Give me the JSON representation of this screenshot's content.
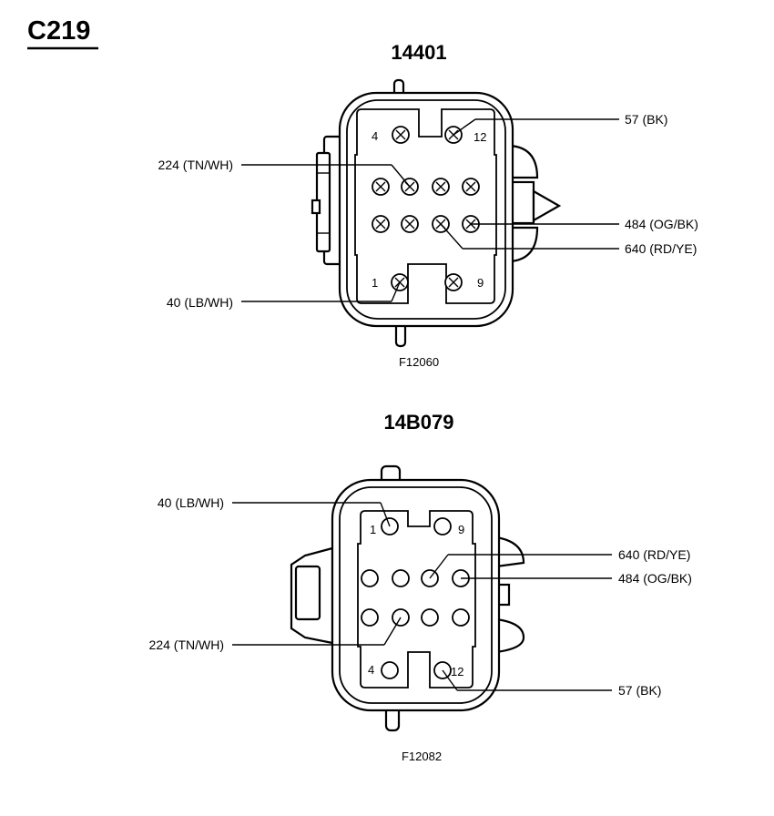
{
  "title": "C219",
  "connectors": [
    {
      "id": "14401",
      "figure": "F12060",
      "pin_numbers": [
        "4",
        "12",
        "1",
        "9"
      ],
      "wires": [
        {
          "circuit": "57",
          "color": "(BK)"
        },
        {
          "circuit": "224",
          "color": "(TN/WH)"
        },
        {
          "circuit": "484",
          "color": "(OG/BK)"
        },
        {
          "circuit": "640",
          "color": "(RD/YE)"
        },
        {
          "circuit": "40",
          "color": "(LB/WH)"
        }
      ]
    },
    {
      "id": "14B079",
      "figure": "F12082",
      "pin_numbers": [
        "1",
        "9",
        "4",
        "12"
      ],
      "wires": [
        {
          "circuit": "40",
          "color": "(LB/WH)"
        },
        {
          "circuit": "640",
          "color": "(RD/YE)"
        },
        {
          "circuit": "484",
          "color": "(OG/BK)"
        },
        {
          "circuit": "224",
          "color": "(TN/WH)"
        },
        {
          "circuit": "57",
          "color": "(BK)"
        }
      ]
    }
  ]
}
